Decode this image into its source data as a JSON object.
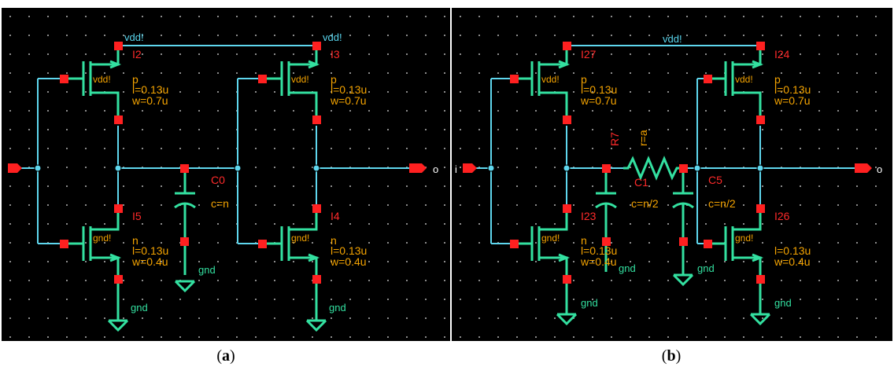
{
  "panel_a": {
    "caption": "a",
    "vdd_left": "vdd!",
    "vdd_right": "vdd!",
    "pmos1": {
      "name": "I2",
      "body": "vdd!",
      "type": "p",
      "l": "l=0.13u",
      "w": "w=0.7u"
    },
    "pmos2": {
      "name": "I3",
      "body": "vdd!",
      "type": "p",
      "l": "l=0.13u",
      "w": "w=0.7u"
    },
    "nmos1": {
      "name": "I5",
      "body": "gnd!",
      "type": "n",
      "l": "l=0.13u",
      "w": "w=0.4u"
    },
    "nmos2": {
      "name": "I4",
      "body": "gnd!",
      "type": "n",
      "l": "l=0.13u",
      "w": "w=0.4u"
    },
    "cap": {
      "name": "C0",
      "value": "c=n",
      "gnd": "gnd"
    },
    "gnd_left": "gnd",
    "gnd_right": "gnd",
    "output": "o"
  },
  "panel_b": {
    "caption": "b",
    "vdd": "vdd!",
    "input": "i",
    "pmos1": {
      "name": "I27",
      "body": "vdd!",
      "type": "p",
      "l": "l=0.13u",
      "w": "w=0.7u"
    },
    "pmos2": {
      "name": "I24",
      "body": "vdd!",
      "type": "p",
      "l": "l=0.13u",
      "w": "w=0.7u"
    },
    "nmos1": {
      "name": "I23",
      "body": "gnd!",
      "type": "n",
      "l": "l=0.13u",
      "w": "w=0.4u"
    },
    "nmos2": {
      "name": "I26",
      "body": "gnd!",
      "type": "n",
      "l": "l=0.13u",
      "w": "w=0.4u"
    },
    "resistor": {
      "name": "R7",
      "value": "r=a"
    },
    "cap1": {
      "name": "C1",
      "value": "c=n/2",
      "gnd": "gnd"
    },
    "cap2": {
      "name": "C5",
      "value": "c=n/2",
      "gnd": "gnd"
    },
    "gnd_left": "gnd",
    "gnd_right": "gnd",
    "output": "o"
  },
  "colors": {
    "background": "#000000",
    "wire": "#5fd7ee",
    "device": "#33e0a0",
    "pin": "#ff2020",
    "label_red": "#ff2a2a",
    "label_orange": "#f4a300"
  }
}
